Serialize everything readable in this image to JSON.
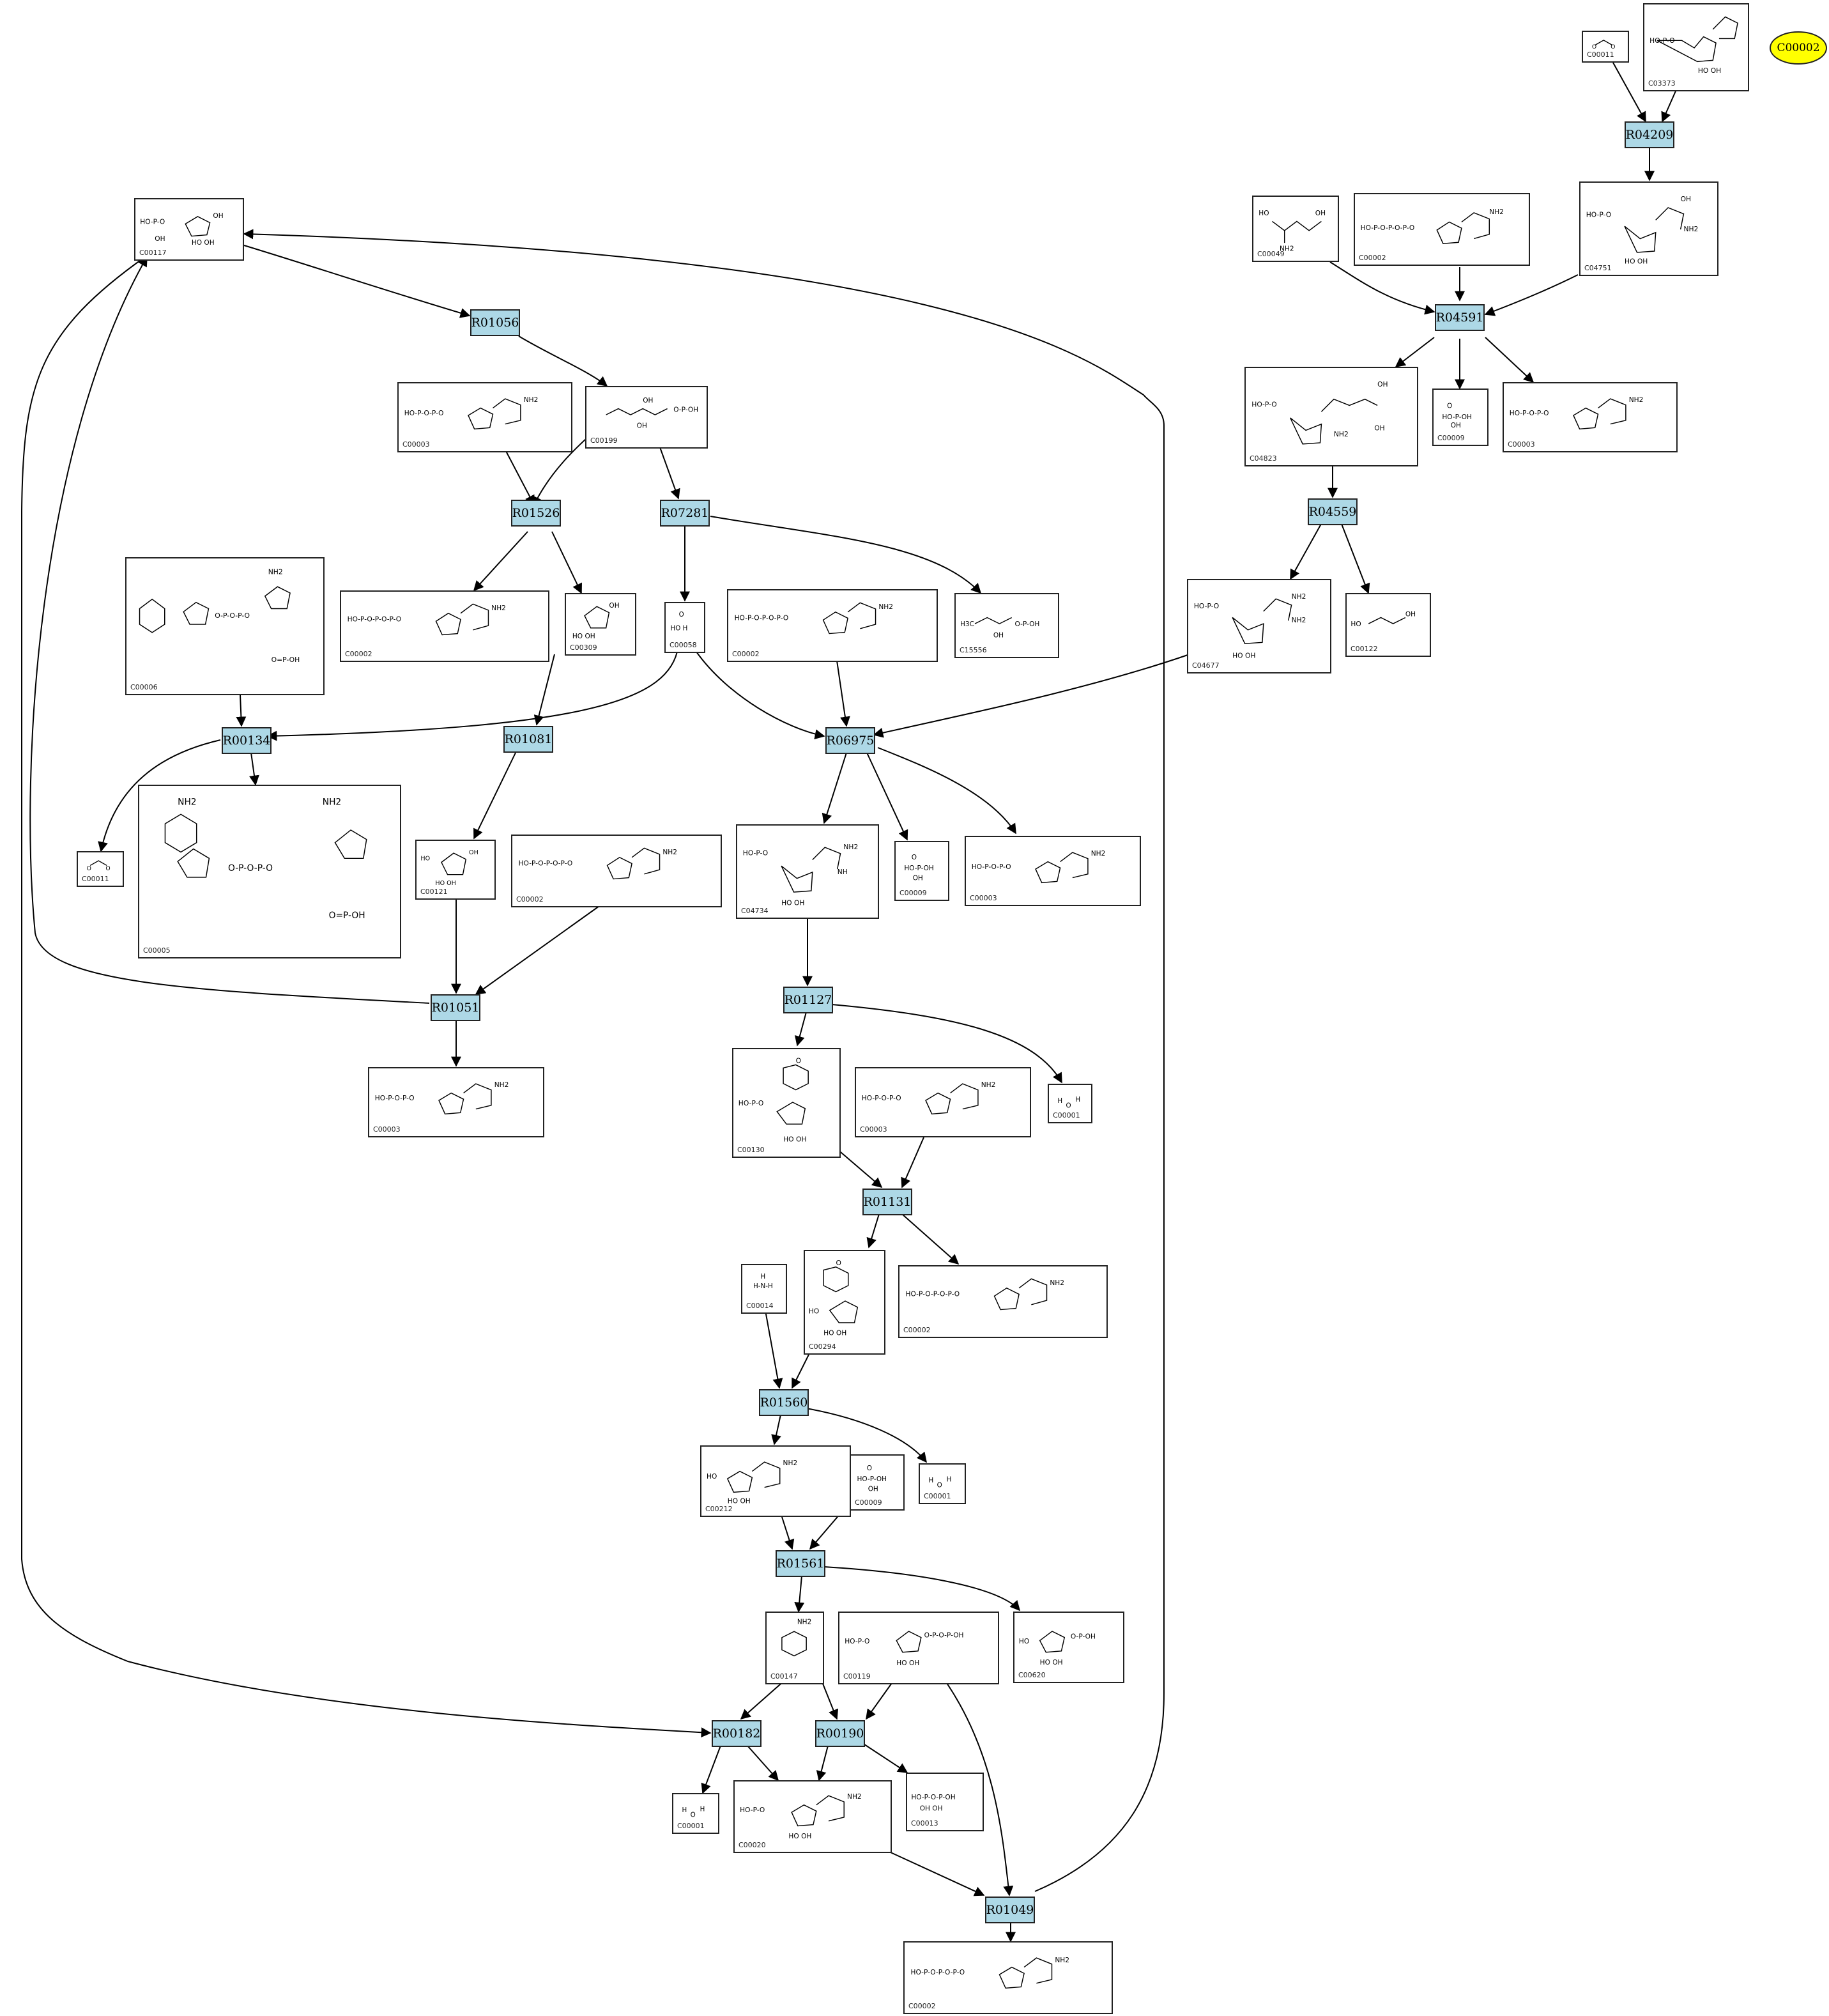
{
  "reactions": [
    "R04209",
    "R04591",
    "R04559",
    "R01056",
    "R01526",
    "R07281",
    "R00134",
    "R01081",
    "R06975",
    "R01051",
    "R01127",
    "R01131",
    "R01560",
    "R01561",
    "R00182",
    "R00190",
    "R01049"
  ],
  "compounds": {
    "c0": "C00011",
    "c1": "C03373",
    "c2": "C00049",
    "c3": "C00002",
    "c4": "C04751",
    "c5": "C04823",
    "c6": "C00009",
    "c7": "C00003",
    "c8": "C04677",
    "c9": "C00122",
    "c10": "C00117",
    "c11": "C00003",
    "c12": "C00199",
    "c13": "C00006",
    "c14": "C00002",
    "c15": "C00309",
    "c16": "C00058",
    "c17": "C00002",
    "c18": "C15556",
    "c19": "C00011",
    "c20": "C00005",
    "c21": "C00121",
    "c22": "C00002",
    "c23": "C04734",
    "c24": "C00009",
    "c25": "C00003",
    "c26": "C00003",
    "c27": "C00130",
    "c28": "C00003",
    "c29": "C00001",
    "c30": "C00014",
    "c31": "C00294",
    "c32": "C00002",
    "c33": "C00212",
    "c34": "C00009",
    "c35": "C00001",
    "c36": "C00147",
    "c37": "C00119",
    "c38": "C00620",
    "c39": "C00001",
    "c40": "C00020",
    "c41": "C00013",
    "c42": "C00002"
  },
  "highlight": {
    "label": "C00002",
    "color": "#ffff00"
  },
  "colors": {
    "reaction_fill": "#add8e6",
    "edge": "#000000"
  }
}
